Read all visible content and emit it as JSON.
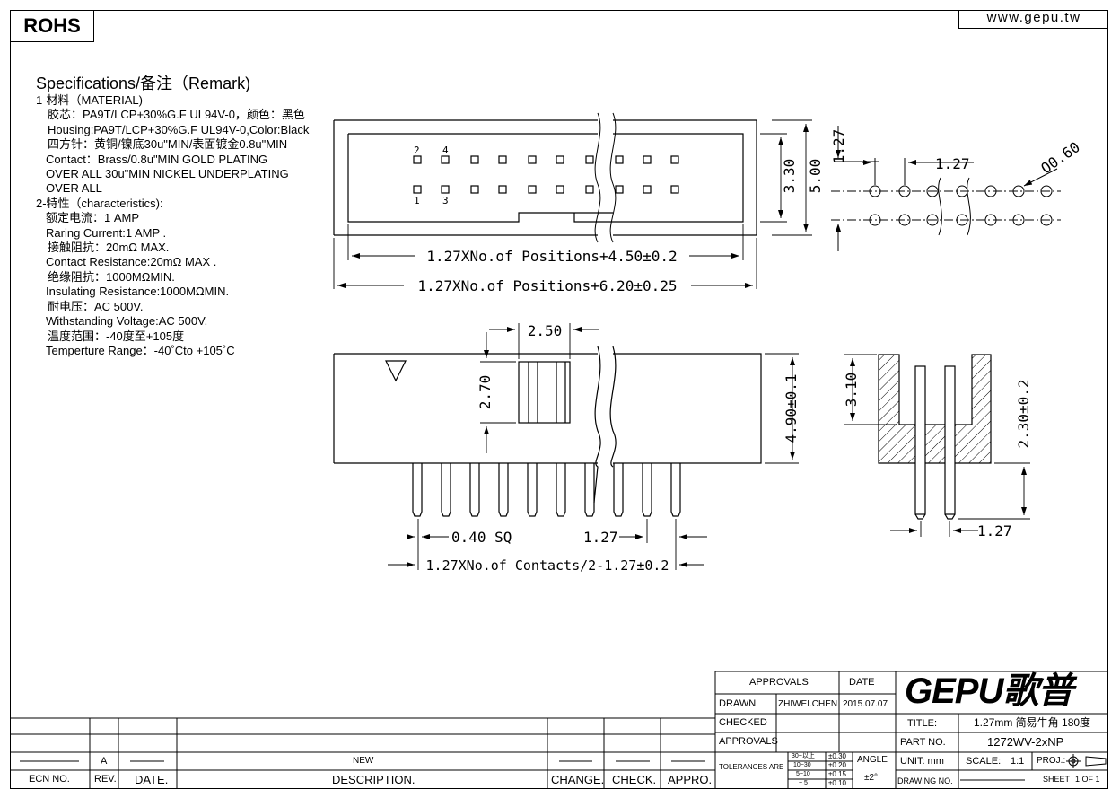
{
  "rohs": "ROHS",
  "website": "www.gepu.tw",
  "specs": {
    "title": "Specifications/备注（Remark)",
    "lines": [
      "1-材料（MATERIAL)",
      "胶芯：PA9T/LCP+30%G.F UL94V-0，颜色：黑色",
      "Housing:PA9T/LCP+30%G.F UL94V-0,Color:Black",
      "四方针：黄铜/镍底30u\"MIN/表面镀金0.8u\"MIN",
      "Contact：Brass/0.8u\"MIN GOLD PLATING",
      "OVER ALL 30u\"MIN NICKEL UNDERPLATING",
      "OVER ALL",
      "2-特性（characteristics):",
      "额定电流：1 AMP",
      "Raring Current:1 AMP .",
      "接触阻抗：20mΩ MAX.",
      "Contact Resistance:20mΩ MAX .",
      "绝缘阻抗：1000MΩMIN.",
      "Insulating Resistance:1000MΩMIN.",
      "耐电压：AC 500V.",
      "Withstanding Voltage:AC 500V.",
      "温度范围：-40度至+105度",
      "Temperture Range：-40˚Cto +105˚C"
    ]
  },
  "drawing": {
    "pin_labels": {
      "p2": "2",
      "p4": "4",
      "p1": "1",
      "p3": "3"
    },
    "dims": {
      "d330": "3.30",
      "d500": "5.00",
      "d127a": "1.27",
      "d127b": "1.27",
      "d060": "Ø0.60",
      "len450": "1.27XNo.of Positions+4.50±0.2",
      "len620": "1.27XNo.of Positions+6.20±0.25",
      "d250": "2.50",
      "d270": "2.70",
      "d490": "4.90±0.1",
      "d310": "3.10",
      "d230": "2.30±0.2",
      "d040": "0.40 SQ",
      "d127c": "1.27",
      "d127d": "1.27",
      "contacts": "1.27XNo.of Contacts/2-1.27±0.2"
    }
  },
  "revision": {
    "rev_value": "A",
    "desc_value": "NEW",
    "headers": {
      "ecn": "ECN NO.",
      "rev": "REV.",
      "date": "DATE.",
      "desc": "DESCRIPTION.",
      "change": "CHANGE.",
      "check": "CHECK.",
      "appro": "APPRO."
    }
  },
  "title_block": {
    "approvals_header": "APPROVALS",
    "date_header": "DATE",
    "drawn_label": "DRAWN",
    "drawn_by": "ZHIWEI.CHEN",
    "drawn_date": "2015.07.07",
    "checked_label": "CHECKED",
    "approvals_label": "APPROVALS",
    "tolerances_label": "TOLERANCES ARE",
    "tol_ranges": [
      "30~以上",
      "10~30",
      "5~10",
      "~ 5"
    ],
    "tol_values": [
      "±0.30",
      "±0.20",
      "±0.15",
      "±0.10"
    ],
    "angle_label": "ANGLE",
    "angle_value": "±2°",
    "logo": "GEPU歌普",
    "title_label": "TITLE:",
    "title_value": "1.27mm 简易牛角 180度",
    "part_label": "PART NO.",
    "part_value": "1272WV-2xNP",
    "unit_label": "UNIT: mm",
    "scale_label": "SCALE:",
    "scale_value": "1:1",
    "proj_label": "PROJ.:",
    "drawing_no_label": "DRAWING NO.",
    "sheet_label": "SHEET",
    "sheet_value": "1  OF  1"
  }
}
